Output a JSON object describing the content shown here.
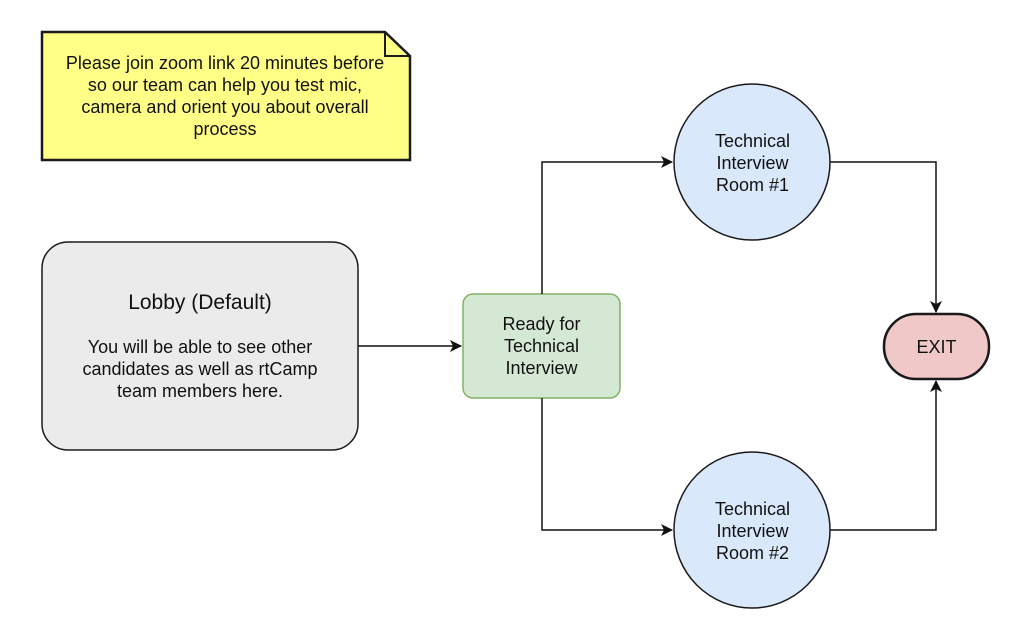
{
  "note": {
    "text": "Please join zoom link 20 minutes before so our team can help you test mic, camera and orient you about overall process",
    "lines": [
      "Please join zoom link 20 minutes before",
      "so our team can help you test mic,",
      "camera and orient you about overall",
      "process"
    ]
  },
  "lobby": {
    "title": "Lobby (Default)",
    "desc_lines": [
      "You will be able to see other",
      "candidates as well as rtCamp",
      "team members here."
    ]
  },
  "ready": {
    "lines": [
      "Ready for",
      "Technical",
      "Interview"
    ]
  },
  "room1": {
    "lines": [
      "Technical",
      "Interview",
      "Room #1"
    ]
  },
  "room2": {
    "lines": [
      "Technical",
      "Interview",
      "Room #2"
    ]
  },
  "exit": {
    "label": "EXIT"
  },
  "colors": {
    "note_fill": "#ffff88",
    "lobby_fill": "#ebebeb",
    "ready_fill": "#d5e8d4",
    "ready_stroke": "#82b366",
    "room_fill": "#dae8fc",
    "exit_fill": "#f0c8c8",
    "stroke": "#1a1a1a"
  }
}
